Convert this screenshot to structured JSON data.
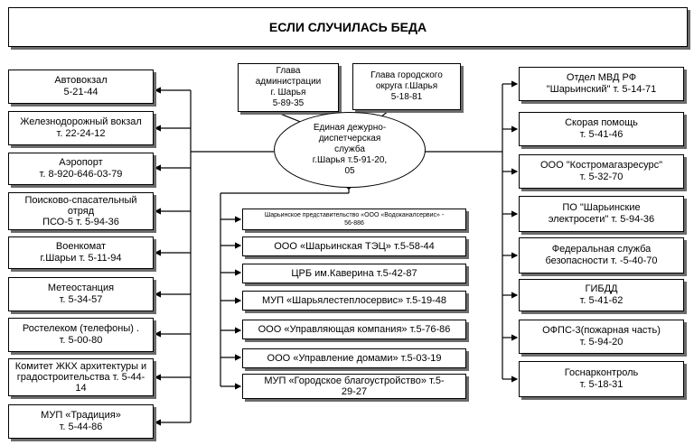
{
  "title": "ЕСЛИ СЛУЧИЛАСЬ БЕДА",
  "center": {
    "head_admin": "Глава\nадминистрации\nг. Шарья\n5-89-35",
    "head_okrug": "Глава городского\nокруга г.Шарья\n5-18-81",
    "edds": "Единая дежурно-\nдиспетчерская\nслужба\nг.Шарья т.5-91-20,\n05"
  },
  "left_items": [
    "Автовокзал\n5-21-44",
    "Железнодорожный вокзал\nт. 22-24-12",
    "Аэропорт\nт.  8-920-646-03-79",
    "Поисково-спасательный\nотряд\nПСО-5  т. 5-94-36",
    "Военкомат\nг.Шарьи т. 5-11-94",
    "Метеостанция\nт. 5-34-57",
    "Ростелеком (телефоны) .\nт. 5-00-80",
    "Комитет ЖКХ архитектуры и\nградостроительства т. 5-44-\n14",
    "МУП «Традиция»\nт.  5-44-86"
  ],
  "middle_items": [
    "Шарьинское представительство «ООО «Водоканалсервис» -\n56-886",
    "ООО «Шарьинская ТЭЦ» т.5-58-44",
    "ЦРБ им.Каверина т.5-42-87",
    "МУП «Шарьялестеплосервис»  т.5-19-48",
    "ООО «Управляющая компания» т.5-76-86",
    "ООО «Управление домами» т.5-03-19",
    "МУП «Городское благоустройство» т.5-\n29-27"
  ],
  "right_items": [
    "Отдел МВД  РФ\n\"Шарьинский\" т. 5-14-71",
    "Скорая помощь\nт. 5-41-46",
    "ООО \"Костромагазресурс\"\nт.  5-32-70",
    "ПО \"Шарьинские\nэлектросети\" т. 5-94-36",
    "Федеральная служба\nбезопасности  т. -5-40-70",
    "ГИБДД\nт. 5-41-62",
    "ОФПС-3(пожарная часть)\nт. 5-94-20",
    "Госнарконтроль\nт. 5-18-31"
  ]
}
